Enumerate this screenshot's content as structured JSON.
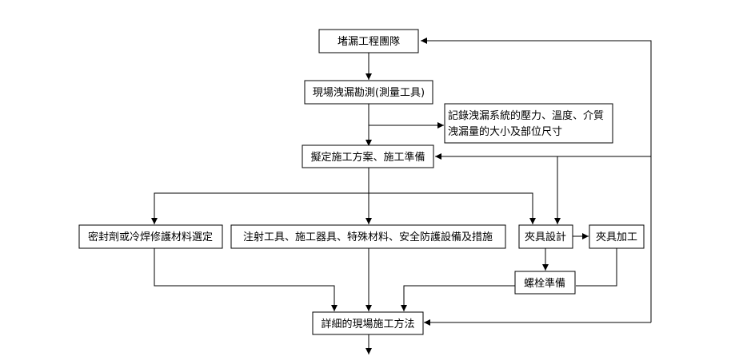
{
  "nodes": {
    "team": "堵漏工程團隊",
    "survey": "現場洩漏勘測(測量工具)",
    "record_line1": "記錄洩漏系統的壓力、溫度、介質",
    "record_line2": "洩漏量的大小及部位尺寸",
    "plan": "擬定施工方案、施工準備",
    "sealant": "密封劑或冷焊修護材料選定",
    "injection": "注射工具、施工器具、特殊材料、安全防護設備及措施",
    "clamp_design": "夾具設計",
    "clamp_machining": "夾具加工",
    "bolt_prep": "螺栓準備",
    "method": "詳細的現場施工方法"
  },
  "colors": {
    "stroke": "#000000",
    "fill": "#ffffff",
    "text": "#000000"
  }
}
